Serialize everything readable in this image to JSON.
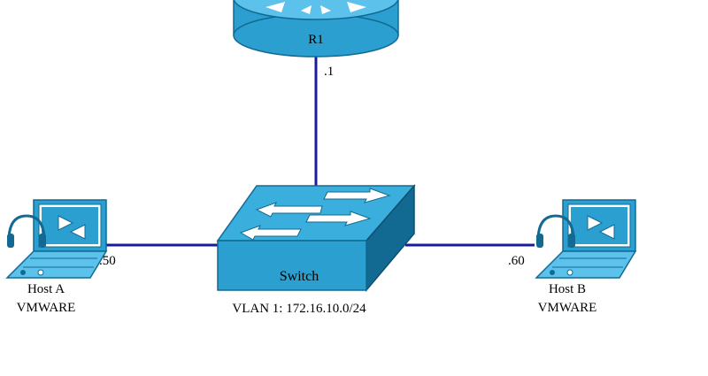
{
  "diagram": {
    "router": {
      "label": "R1",
      "interface_addr": ".1"
    },
    "switch": {
      "label": "Switch",
      "subnet_caption": "VLAN 1: 172.16.10.0/24"
    },
    "host_a": {
      "name": "Host A",
      "platform": "VMWARE",
      "interface_addr": ".50"
    },
    "host_b": {
      "name": "Host B",
      "platform": "VMWARE",
      "interface_addr": ".60"
    },
    "colors": {
      "link": "#1a1aa0",
      "device_fill": "#2a9fd0",
      "device_dark": "#126a92",
      "device_light": "#5cc2ec"
    }
  }
}
